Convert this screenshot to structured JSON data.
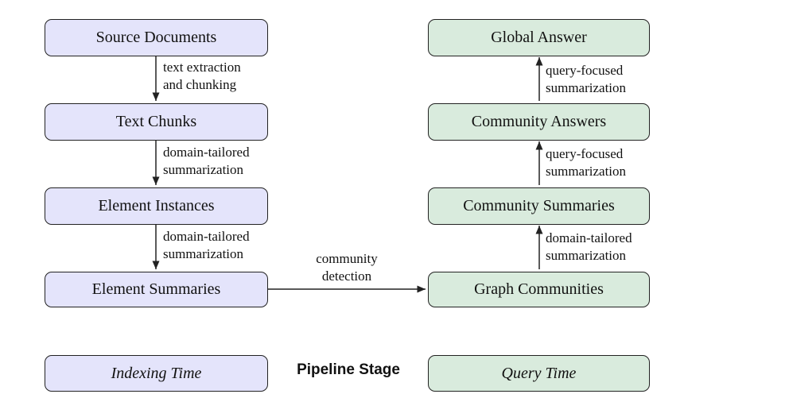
{
  "left_column": {
    "nodes": [
      "Source Documents",
      "Text Chunks",
      "Element Instances",
      "Element Summaries"
    ],
    "edges": [
      {
        "line1": "text extraction",
        "line2": "and chunking"
      },
      {
        "line1": "domain-tailored",
        "line2": "summarization"
      },
      {
        "line1": "domain-tailored",
        "line2": "summarization"
      }
    ]
  },
  "right_column": {
    "nodes": [
      "Global Answer",
      "Community Answers",
      "Community Summaries",
      "Graph Communities"
    ],
    "edges": [
      {
        "line1": "query-focused",
        "line2": "summarization"
      },
      {
        "line1": "query-focused",
        "line2": "summarization"
      },
      {
        "line1": "domain-tailored",
        "line2": "summarization"
      }
    ]
  },
  "cross_edge": {
    "line1": "community",
    "line2": "detection"
  },
  "legend": {
    "indexing": "Indexing Time",
    "stage": "Pipeline Stage",
    "query": "Query Time"
  }
}
